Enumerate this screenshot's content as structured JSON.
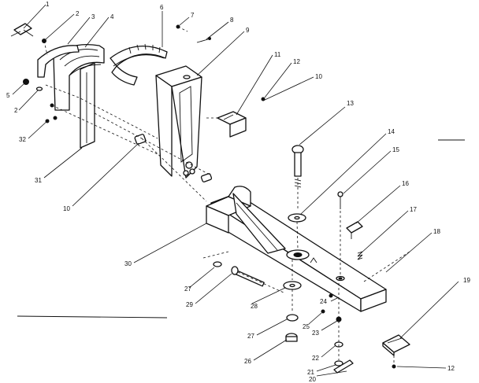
{
  "callouts": [
    {
      "id": "c1",
      "text": "1"
    },
    {
      "id": "c2a",
      "text": "2"
    },
    {
      "id": "c3",
      "text": "3"
    },
    {
      "id": "c4",
      "text": "4"
    },
    {
      "id": "c5",
      "text": "5"
    },
    {
      "id": "c2b",
      "text": "2"
    },
    {
      "id": "c32",
      "text": "32"
    },
    {
      "id": "c6",
      "text": "6"
    },
    {
      "id": "c7",
      "text": "7"
    },
    {
      "id": "c8",
      "text": "8"
    },
    {
      "id": "c9",
      "text": "9"
    },
    {
      "id": "c11",
      "text": "11"
    },
    {
      "id": "c12a",
      "text": "12"
    },
    {
      "id": "c10a",
      "text": "10"
    },
    {
      "id": "c13",
      "text": "13"
    },
    {
      "id": "c14",
      "text": "14"
    },
    {
      "id": "c15",
      "text": "15"
    },
    {
      "id": "c16",
      "text": "16"
    },
    {
      "id": "c17",
      "text": "17"
    },
    {
      "id": "c18",
      "text": "18"
    },
    {
      "id": "c19",
      "text": "19"
    },
    {
      "id": "c12b",
      "text": "12"
    },
    {
      "id": "c31",
      "text": "31"
    },
    {
      "id": "c10b",
      "text": "10"
    },
    {
      "id": "c30",
      "text": "30"
    },
    {
      "id": "c27a",
      "text": "27"
    },
    {
      "id": "c29",
      "text": "29"
    },
    {
      "id": "c28",
      "text": "28"
    },
    {
      "id": "c24",
      "text": "24"
    },
    {
      "id": "c25",
      "text": "25"
    },
    {
      "id": "c23",
      "text": "23"
    },
    {
      "id": "c27b",
      "text": "27"
    },
    {
      "id": "c26",
      "text": "26"
    },
    {
      "id": "c22",
      "text": "22"
    },
    {
      "id": "c21",
      "text": "21"
    },
    {
      "id": "c20",
      "text": "20"
    }
  ]
}
